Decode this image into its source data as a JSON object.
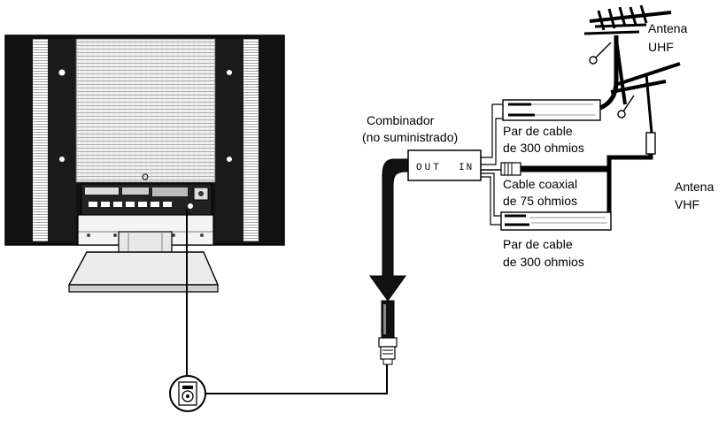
{
  "labels": {
    "antenna_uhf_line1": "Antena",
    "antenna_uhf_line2": "UHF",
    "antenna_vhf_line1": "Antena",
    "antenna_vhf_line2": "VHF",
    "combiner_line1": "Combinador",
    "combiner_line2": "(no suministrado)",
    "combiner_out": "OUT",
    "combiner_in": "IN",
    "upper_pair_line1": "Par de cable",
    "upper_pair_line2": "de 300 ohmios",
    "coax_line1": "Cable coaxial",
    "coax_line2": "de 75 ohmios",
    "lower_pair_line1": "Par de cable",
    "lower_pair_line2": "de 300 ohmios"
  },
  "colors": {
    "line": "#000000",
    "tv_grille": "#e6e6e6",
    "tv_panel": "#111111",
    "background": "#ffffff"
  },
  "icons": {
    "antenna_jack": "antenna-jack-icon",
    "tv": "television-rear-icon",
    "arrow": "down-arrow-icon"
  }
}
